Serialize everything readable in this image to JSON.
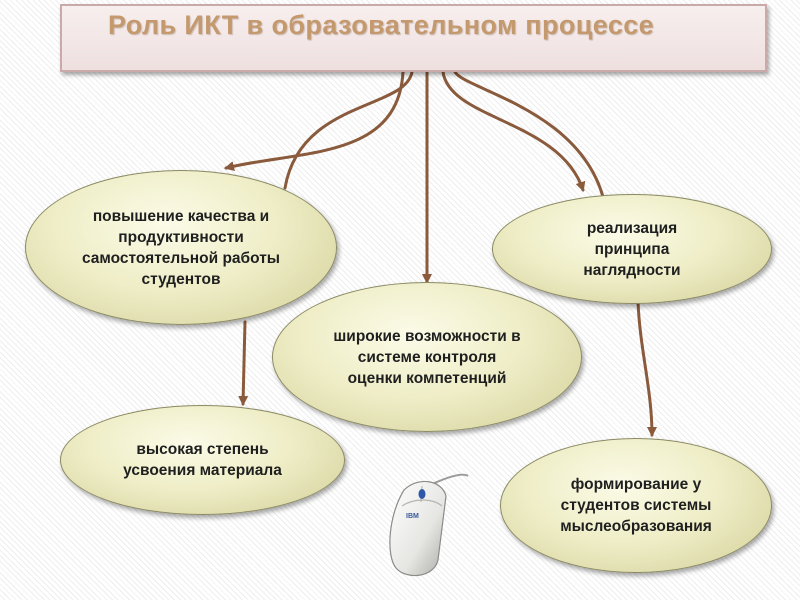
{
  "title": "Роль  ИКТ  в  образовательном процессе",
  "nodes": [
    {
      "id": "quality",
      "text": "повышение качества и\nпродуктивности\nсамостоятельной работы\nстудентов"
    },
    {
      "id": "visual",
      "text": "реализация\nпринципа\nнаглядности"
    },
    {
      "id": "control",
      "text": "широкие возможности в\nсистеме контроля\nоценки компетенций"
    },
    {
      "id": "assimilation",
      "text": "высокая степень\nусвоения материала"
    },
    {
      "id": "thinking",
      "text": "формирование  у\nстудентов  системы\nмыслеобразования"
    }
  ],
  "mouse_logo": "IBM",
  "colors": {
    "title": "#c4996d",
    "connector": "#8a5a3c",
    "node_fill": "#efeec8",
    "node_border": "#8b8a63"
  },
  "icons": [
    "computer-mouse-icon"
  ]
}
